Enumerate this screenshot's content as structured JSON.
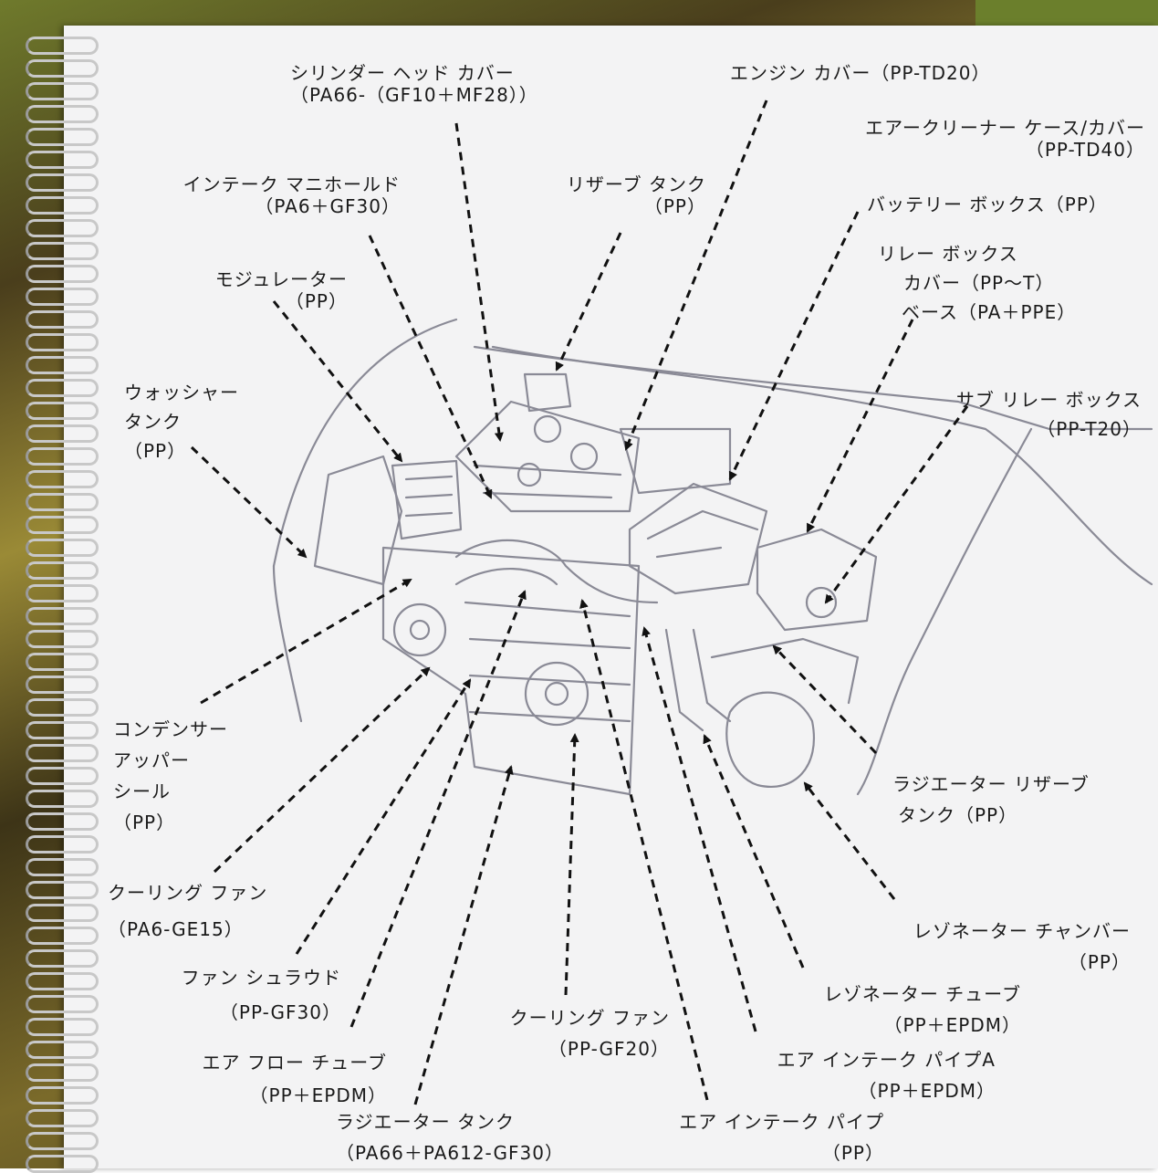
{
  "labels": {
    "cylinder_head_cover": {
      "name": "シリンダー ヘッド カバー",
      "material": "（PA66-（GF10＋MF28））"
    },
    "engine_cover": {
      "name": "エンジン カバー（PP-TD20）"
    },
    "air_cleaner": {
      "name": "エアークリーナー ケース/カバー",
      "material": "（PP-TD40）"
    },
    "intake_manifold": {
      "name": "インテーク マニホールド",
      "material": "（PA6＋GF30）"
    },
    "reserve_tank": {
      "name": "リザーブ タンク",
      "material": "（PP）"
    },
    "battery_box": {
      "name": "バッテリー ボックス（PP）"
    },
    "relay_box": {
      "name": "リレー ボックス",
      "cover": "カバー（PP～T）",
      "base": "ベース（PA＋PPE）"
    },
    "modulator": {
      "name": "モジュレーター",
      "material": "（PP）"
    },
    "washer_tank": {
      "name1": "ウォッシャー",
      "name2": "タンク",
      "material": "（PP）"
    },
    "sub_relay_box": {
      "name": "サブ リレー ボックス",
      "material": "（PP-T20）"
    },
    "condenser_seal": {
      "l1": "コンデンサー",
      "l2": "アッパー",
      "l3": "シール",
      "l4": "（PP）"
    },
    "radiator_reserve_tank": {
      "name": "ラジエーター リザーブ",
      "material": "タンク（PP）"
    },
    "cooling_fan_left": {
      "name": "クーリング ファン",
      "material": "（PA6-GE15）"
    },
    "resonator_chamber": {
      "name": "レゾネーター チャンバー",
      "material": "（PP）"
    },
    "fan_shroud": {
      "name": "ファン シュラウド",
      "material": "（PP-GF30）"
    },
    "resonator_tube": {
      "name": "レゾネーター チューブ",
      "material": "（PP＋EPDM）"
    },
    "cooling_fan_center": {
      "name": "クーリング ファン",
      "material": "（PP-GF20）"
    },
    "air_flow_tube": {
      "name": "エア フロー チューブ",
      "material": "（PP＋EPDM）"
    },
    "air_intake_pipe_a": {
      "name": "エア インテーク パイプA",
      "material": "（PP＋EPDM）"
    },
    "radiator_tank": {
      "name": "ラジエーター タンク",
      "material": "（PA66＋PA612-GF30）"
    },
    "air_intake_pipe": {
      "name": "エア インテーク パイプ",
      "material": "（PP）"
    }
  },
  "colors": {
    "paper": "#f3f3f4",
    "text": "#1a1a1a",
    "pencil": "#8a8a96",
    "arrow": "#111111"
  }
}
